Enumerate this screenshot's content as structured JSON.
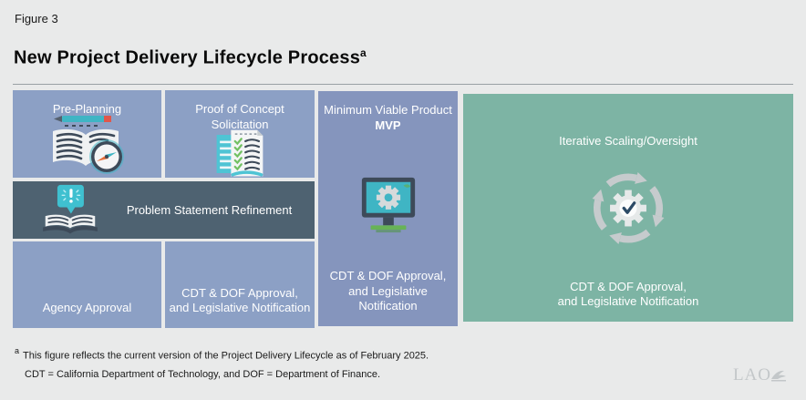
{
  "figure": {
    "label": "Figure 3",
    "title": "New Project Delivery Lifecycle Process",
    "title_marker": "a"
  },
  "colors": {
    "background": "#e9eaea",
    "column_blue": "#8ca0c5",
    "column_blue_dark": "#8595bd",
    "column_green": "#7db4a4",
    "band_dark": "#4e6271",
    "text_on_fill": "#ffffff",
    "divider": "#9aa0a4",
    "logo_gray": "#c3c7c9",
    "icon_teal": "#3fb5c4",
    "icon_slate": "#3d4a59",
    "icon_check_green": "#72c163"
  },
  "diagram": {
    "columns": [
      {
        "top_label": [
          "Pre-Planning"
        ],
        "icon": "book-compass-icon",
        "bottom_label": [
          "Agency Approval"
        ]
      },
      {
        "top_label": [
          "Proof of Concept",
          "Solicitation"
        ],
        "icon": "checklist-documents-icon",
        "bottom_label": [
          "CDT & DOF Approval,",
          "and Legislative Notification"
        ]
      },
      {
        "top_label": [
          "Minimum Viable Product",
          "MVP"
        ],
        "icon": "monitor-gear-icon",
        "bottom_label": [
          "CDT & DOF Approval,",
          "and Legislative Notification"
        ]
      },
      {
        "top_label": [
          "Iterative Scaling/Oversight"
        ],
        "icon": "gear-cycle-icon",
        "bottom_label": [
          "CDT & DOF Approval,",
          "and Legislative Notification"
        ]
      }
    ],
    "band": {
      "label": "Problem Statement Refinement",
      "icon": "book-alert-icon"
    }
  },
  "footnotes": {
    "marker": "a",
    "line1": "This figure reflects the current version of the Project Delivery Lifecycle as of February 2025.",
    "line2": "CDT = California Department of Technology, and DOF = Department of Finance."
  },
  "logo": {
    "text": "LAO"
  }
}
